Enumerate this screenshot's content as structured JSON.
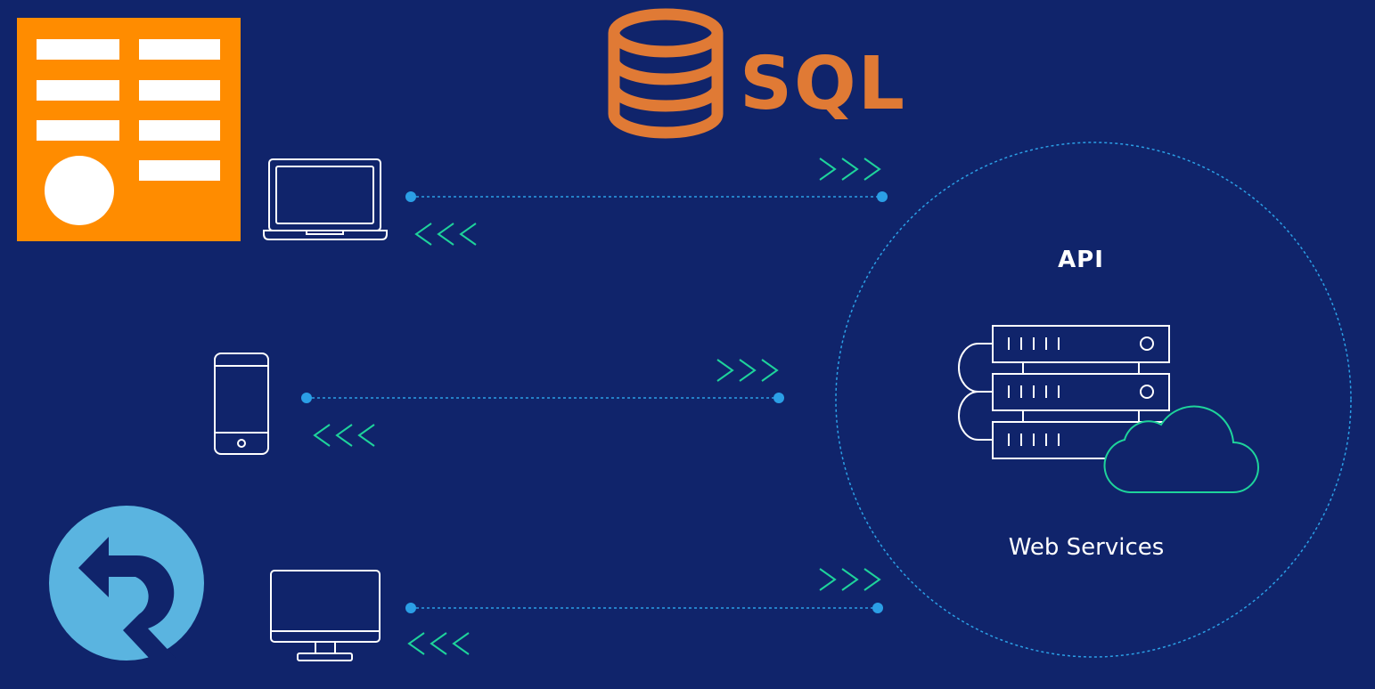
{
  "colors": {
    "background": "#10246b",
    "orange": "#ff8c00",
    "sql_orange": "#e07a35",
    "device_stroke": "#ffffff",
    "connector_blue": "#2b9fe6",
    "arrow_green": "#1ed39b",
    "cloud_green": "#1ed39b",
    "logo_blue": "#5ab4e0"
  },
  "logos": {
    "form_app": {
      "icon": "form-grid-icon"
    },
    "sql": {
      "icon": "database-icon",
      "text": "SQL"
    },
    "sync_app": {
      "icon": "sync-r-logo-icon"
    }
  },
  "devices": [
    {
      "name": "laptop",
      "icon": "laptop-icon"
    },
    {
      "name": "smartphone",
      "icon": "smartphone-icon"
    },
    {
      "name": "desktop",
      "icon": "monitor-icon"
    }
  ],
  "connections": [
    {
      "device": "laptop",
      "forward_arrows": ">>>",
      "back_arrows": "<<<"
    },
    {
      "device": "smartphone",
      "forward_arrows": ">>>",
      "back_arrows": "<<<"
    },
    {
      "device": "desktop",
      "forward_arrows": ">>>",
      "back_arrows": "<<<"
    }
  ],
  "api_zone": {
    "title": "API",
    "subtitle": "Web Services",
    "icons": [
      "server-rack-icon",
      "cloud-icon"
    ]
  }
}
